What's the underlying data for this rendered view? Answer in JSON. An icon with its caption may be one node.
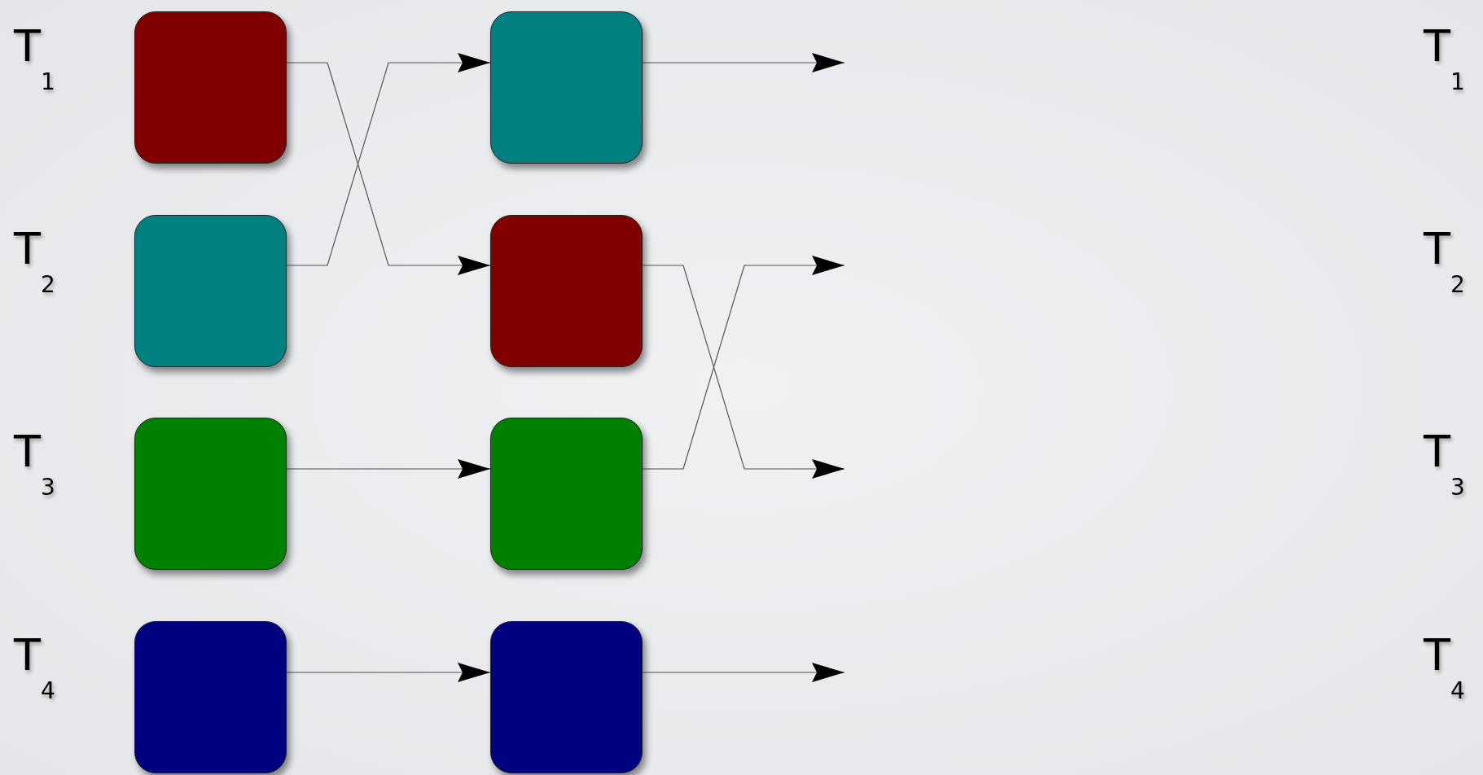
{
  "diagram": {
    "nodes": [
      {
        "text": [],
        "shape": "box"
      },
      {
        "text": [],
        "shape": "box"
      },
      {
        "text": [],
        "shape": "box"
      },
      {
        "text": [],
        "shape": "box"
      },
      {
        "text": [],
        "shape": "box"
      },
      {
        "text": [],
        "shape": "box"
      },
      {
        "text": [],
        "shape": "box"
      },
      {
        "text": [],
        "shape": "box"
      }
    ],
    "edges": [
      {
        "from": 0,
        "to": 5,
        "arrow": "to"
      },
      {
        "from": 1,
        "to": 4,
        "arrow": "to"
      },
      {
        "from": 2,
        "to": 6,
        "arrow": "to"
      },
      {
        "from": 3,
        "to": 7,
        "arrow": "to"
      },
      {
        "from": 4,
        "to": null,
        "arrow": "to"
      },
      {
        "from": 5,
        "to": null,
        "arrow": "to"
      },
      {
        "from": 6,
        "to": null,
        "arrow": "to"
      },
      {
        "from": 7,
        "to": null,
        "arrow": "to"
      }
    ],
    "labels": [
      "T$_{1}$",
      "T$_{1}$",
      "T$_{2}$",
      "T$_{2}$",
      "T$_{3}$",
      "T$_{3}$",
      "T$_{4}$",
      "T$_{4}$"
    ]
  }
}
